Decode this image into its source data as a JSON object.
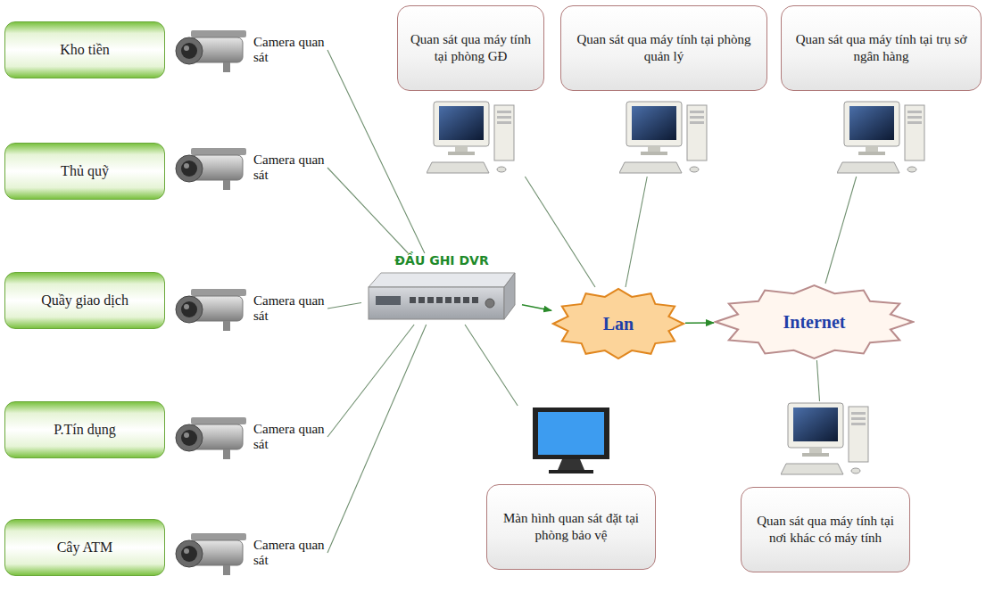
{
  "diagram": {
    "nodes": [
      {
        "text": [
          "Kho tiền"
        ]
      },
      {
        "text": [
          "Camera quan sát"
        ]
      },
      {
        "text": [
          "Thủ quỹ"
        ]
      },
      {
        "text": [
          "Camera quan sát"
        ]
      },
      {
        "text": [
          "Quầy giao dịch"
        ]
      },
      {
        "text": [
          "Camera quan sát"
        ]
      },
      {
        "text": [
          "P.Tín dụng"
        ]
      },
      {
        "text": [
          "Camera quan sát"
        ]
      },
      {
        "text": [
          "Cây ATM"
        ]
      },
      {
        "text": [
          "Camera quan sát"
        ]
      },
      {
        "text": [
          "ĐẦU GHI DVR"
        ]
      },
      {
        "text": [
          "Lan"
        ]
      },
      {
        "text": [
          "Internet"
        ]
      },
      {
        "text": [
          "Quan sát qua máy tính tại phòng GĐ"
        ]
      },
      {
        "text": [
          "Quan sát qua máy tính tại phòng quản lý"
        ]
      },
      {
        "text": [
          "Quan sát qua máy tính tại trụ sở ngân hàng"
        ]
      },
      {
        "text": [
          "Màn hình quan sát đặt tại phòng bảo vệ"
        ]
      },
      {
        "text": [
          "Quan sát qua máy tính tại nơi khác có máy tính"
        ]
      }
    ],
    "edges": [
      {
        "from": 1,
        "to": 10,
        "arrow": "none"
      },
      {
        "from": 3,
        "to": 10,
        "arrow": "none"
      },
      {
        "from": 5,
        "to": 10,
        "arrow": "none"
      },
      {
        "from": 7,
        "to": 10,
        "arrow": "none"
      },
      {
        "from": 9,
        "to": 10,
        "arrow": "none"
      },
      {
        "from": 10,
        "to": 11,
        "arrow": "to"
      },
      {
        "from": 11,
        "to": 12,
        "arrow": "to"
      },
      {
        "from": 10,
        "to": 16,
        "arrow": "none"
      },
      {
        "from": 13,
        "to": 11,
        "arrow": "none"
      },
      {
        "from": 14,
        "to": 11,
        "arrow": "none"
      },
      {
        "from": 15,
        "to": 12,
        "arrow": "none"
      },
      {
        "from": 12,
        "to": 17,
        "arrow": "none"
      }
    ]
  }
}
